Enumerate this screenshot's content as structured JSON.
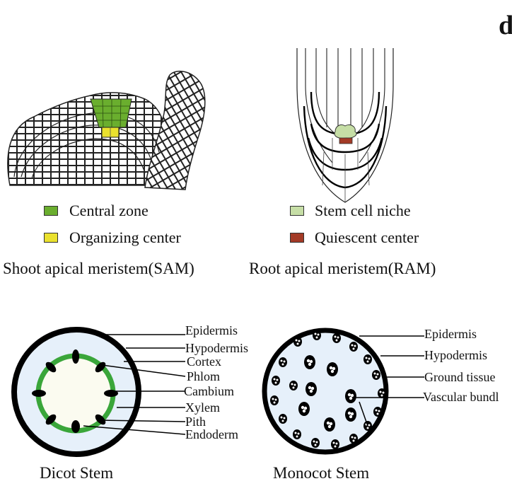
{
  "panel_letter": "d",
  "sam": {
    "legend": [
      {
        "label": "Central zone",
        "color": "#6aae2e"
      },
      {
        "label": "Organizing center",
        "color": "#eae12e"
      }
    ],
    "caption": "Shoot apical meristem(SAM)"
  },
  "ram": {
    "legend": [
      {
        "label": "Stem cell niche",
        "color": "#c6dea6"
      },
      {
        "label": "Quiescent center",
        "color": "#a33a26"
      }
    ],
    "caption": "Root apical meristem(RAM)"
  },
  "dicot": {
    "labels": [
      "Epidermis",
      "Hypodermis",
      "Cortex",
      "Phlom",
      "Cambium",
      "Xylem",
      "Pith",
      "Endoderm"
    ],
    "caption": "Dicot Stem"
  },
  "monocot": {
    "labels": [
      "Epidermis",
      "Hypodermis",
      "Ground tissue",
      "Vascular bundl"
    ],
    "caption": "Monocot Stem"
  },
  "colors": {
    "stem_fill": "#e6f0fa",
    "pith_fill": "#fbfbf0",
    "cambium": "#3aa63a",
    "outline": "#000000"
  }
}
